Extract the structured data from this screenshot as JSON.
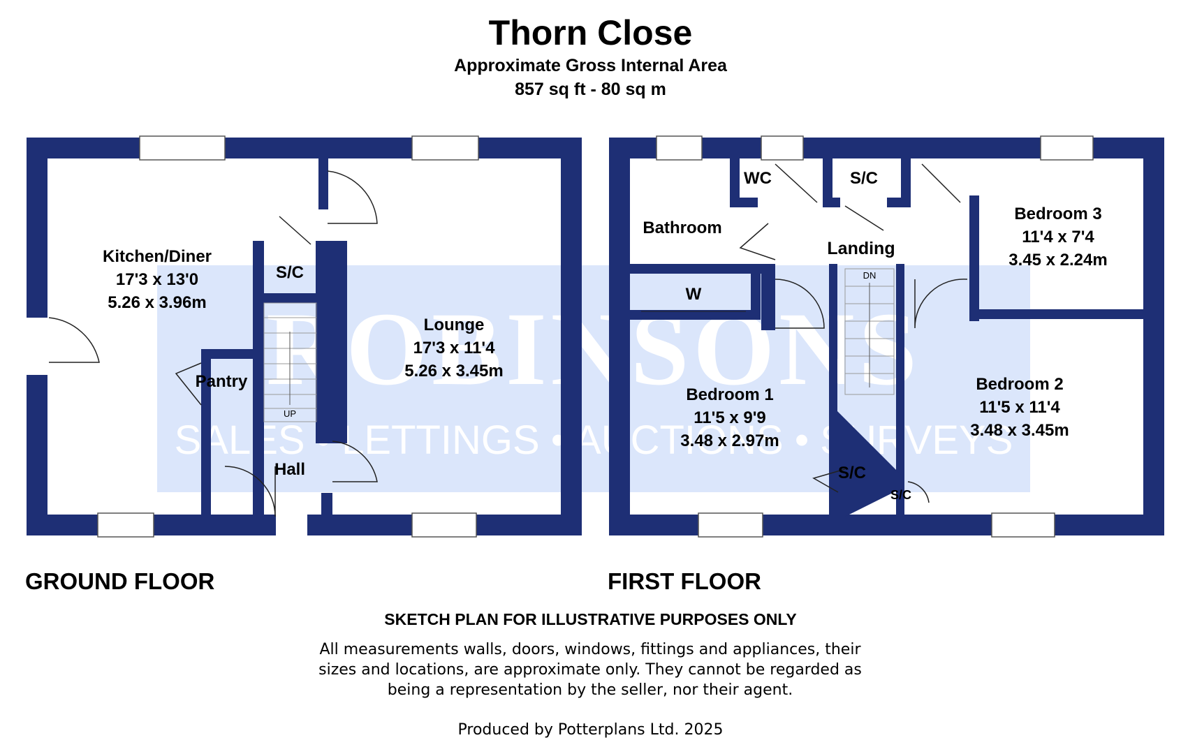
{
  "header": {
    "title": "Thorn Close",
    "subtitle": "Approximate Gross Internal Area",
    "area": "857 sq ft - 80 sq m"
  },
  "watermark": {
    "brand": "ROBINSONS",
    "tagline": "SALES • LETTINGS • AUCTIONS • SURVEYS"
  },
  "colors": {
    "wall": "#1e2f75",
    "watermark_band": "#dbe6fb",
    "watermark_text": "#ffffff"
  },
  "ground_floor": {
    "label": "GROUND FLOOR",
    "rooms": {
      "kitchen": {
        "name": "Kitchen/Diner",
        "imperial": "17'3 x 13'0",
        "metric": "5.26 x 3.96m"
      },
      "lounge": {
        "name": "Lounge",
        "imperial": "17'3 x 11'4",
        "metric": "5.26 x 3.45m"
      },
      "sc": {
        "name": "S/C"
      },
      "pantry": {
        "name": "Pantry"
      },
      "hall": {
        "name": "Hall"
      }
    },
    "stairs_label": "UP"
  },
  "first_floor": {
    "label": "FIRST FLOOR",
    "rooms": {
      "bathroom": {
        "name": "Bathroom"
      },
      "wc": {
        "name": "WC"
      },
      "sc_top": {
        "name": "S/C"
      },
      "landing": {
        "name": "Landing"
      },
      "bedroom3": {
        "name": "Bedroom 3",
        "imperial": "11'4 x 7'4",
        "metric": "3.45 x 2.24m"
      },
      "wardrobe": {
        "name": "W"
      },
      "bedroom1": {
        "name": "Bedroom 1",
        "imperial": "11'5 x 9'9",
        "metric": "3.48 x 2.97m"
      },
      "bedroom2": {
        "name": "Bedroom 2",
        "imperial": "11'5 x 11'4",
        "metric": "3.48 x 3.45m"
      },
      "sc_mid": {
        "name": "S/C"
      },
      "sc_small": {
        "name": "S/C"
      }
    },
    "stairs_label": "DN"
  },
  "footer": {
    "disclaimer_title": "SKETCH PLAN FOR ILLUSTRATIVE PURPOSES ONLY",
    "disclaimer": "All measurements walls, doors, windows, fittings and appliances, their sizes and locations, are approximate only. They cannot be regarded as being a representation by the seller, nor their agent.",
    "producer": "Produced by Potterplans Ltd. 2025"
  }
}
